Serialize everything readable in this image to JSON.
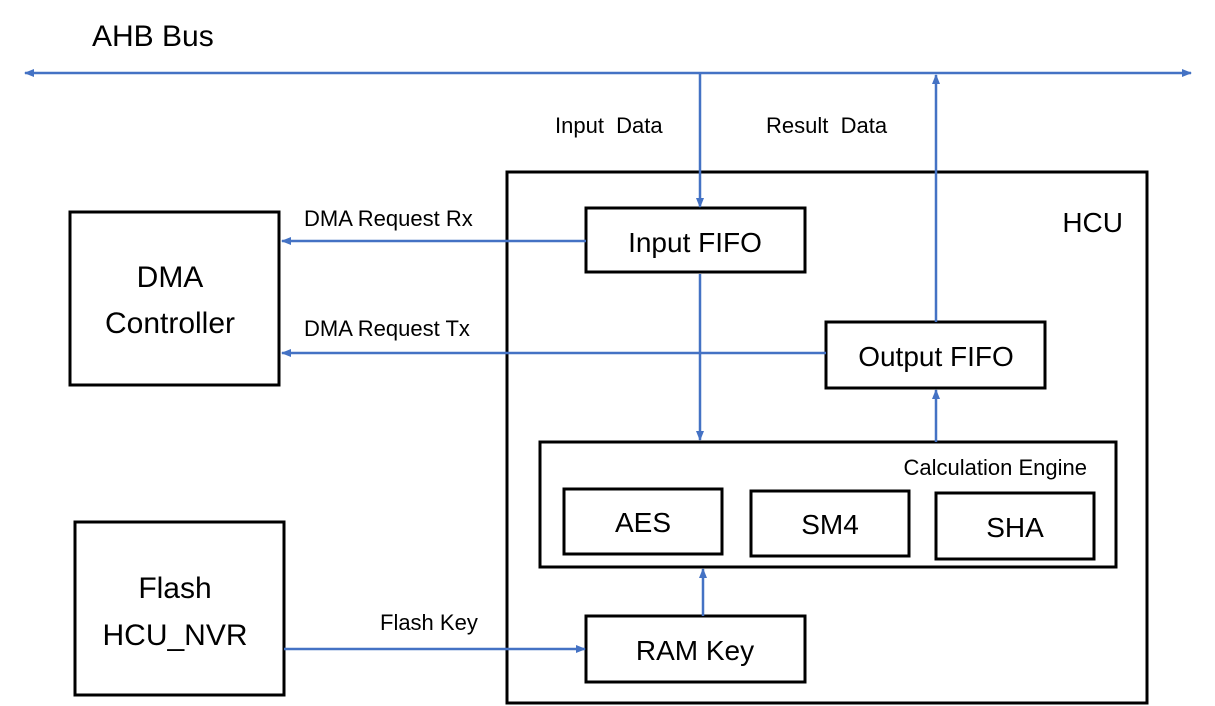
{
  "bus": {
    "label": "AHB Bus"
  },
  "signals": {
    "input_data": "Input  Data",
    "result_data": "Result  Data",
    "dma_request_rx": "DMA Request Rx",
    "dma_request_tx": "DMA Request Tx",
    "flash_key": "Flash Key"
  },
  "blocks": {
    "dma_controller": {
      "line1": "DMA",
      "line2": "Controller"
    },
    "flash": {
      "line1": "Flash",
      "line2": "HCU_NVR"
    },
    "hcu": {
      "label": "HCU"
    },
    "input_fifo": {
      "label": "Input FIFO"
    },
    "output_fifo": {
      "label": "Output FIFO"
    },
    "calc_engine": {
      "label": "Calculation Engine"
    },
    "aes": {
      "label": "AES"
    },
    "sm4": {
      "label": "SM4"
    },
    "sha": {
      "label": "SHA"
    },
    "ram_key": {
      "label": "RAM Key"
    }
  },
  "colors": {
    "wire": "#4472c4",
    "border": "#000000",
    "text": "#000000"
  }
}
